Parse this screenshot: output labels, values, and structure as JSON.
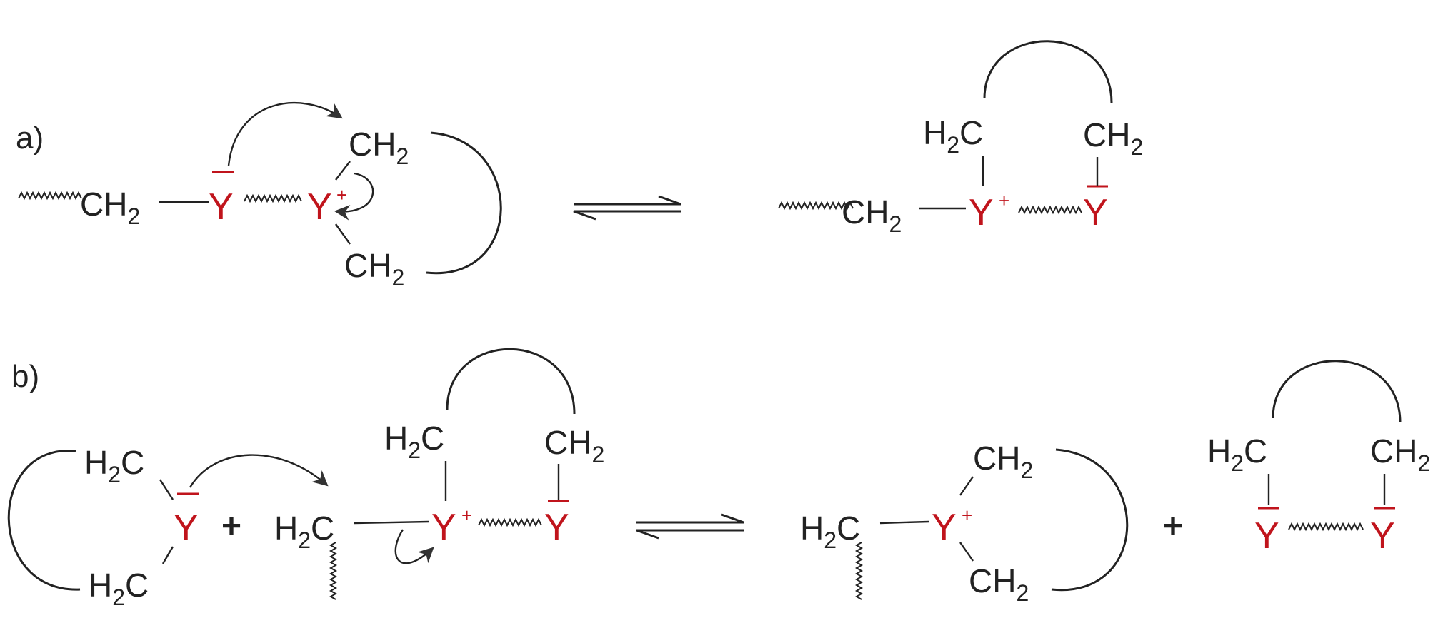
{
  "scheme": {
    "panel_a_label": "a)",
    "panel_b_label": "b)",
    "group_ch": "CH",
    "group_h": "H",
    "subscript_2": "2",
    "atom_c": "C",
    "heteroatom": "Y",
    "plus_charge": "+",
    "plus_sign": "+"
  },
  "colors": {
    "heteroatom": "#c0141c",
    "text": "#222222"
  }
}
